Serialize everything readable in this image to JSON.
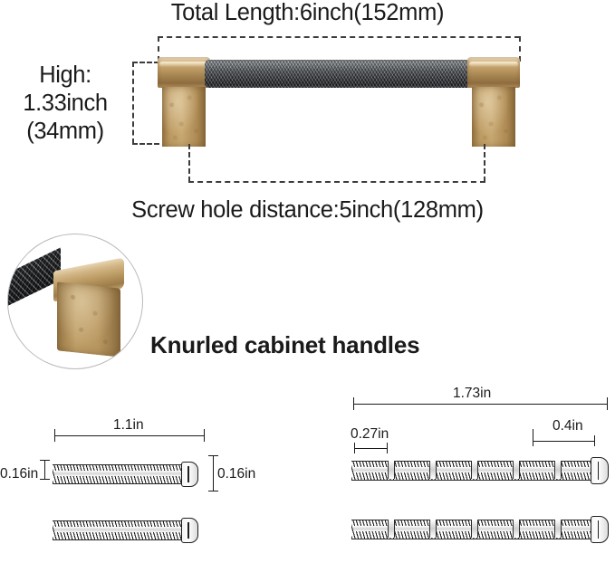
{
  "product": {
    "heading": "Knurled cabinet handles",
    "handle": {
      "total_length_label": "Total Length:6inch(152mm)",
      "screw_hole_label": "Screw hole distance:5inch(128mm)",
      "height_label": "High: 1.33inch (34mm)",
      "height_label_line1": "High:",
      "height_label_line2": "1.33inch",
      "height_label_line3": "(34mm)",
      "colors": {
        "brass": "#b89760",
        "brass_light": "#e7d4b2",
        "brass_dark": "#8d6e40",
        "gunmetal": "#3a3d41",
        "gunmetal_light": "#9aa0a5"
      }
    },
    "closeup": {
      "alt": "knurled-handle-end-closeup"
    }
  },
  "screws": {
    "short": {
      "name": "short-machine-screws",
      "count": 2,
      "length_label": "1.1in",
      "diameter_label_left": "0.16in",
      "diameter_label_right": "0.16in"
    },
    "long": {
      "name": "long-breakaway-screws",
      "count": 2,
      "length_label": "1.73in",
      "segment_label_left": "0.27in",
      "segment_label_right": "0.4in"
    }
  }
}
